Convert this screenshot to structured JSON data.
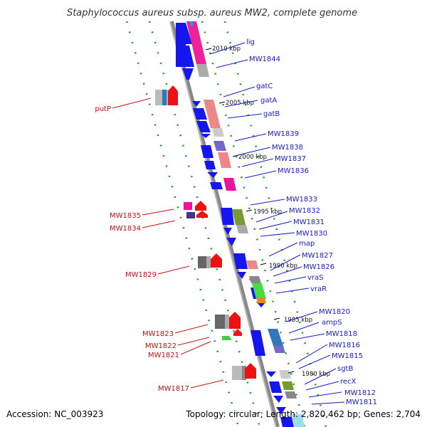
{
  "title": "Staphylococcus aureus subsp. aureus MW2, complete genome",
  "footer": {
    "accession": "Accession: NC_003923",
    "summary": "Topology: circular; Length: 2,820,462 bp; Genes: 2,704"
  },
  "scale_ticks": [
    "2010 kbp",
    "2005 kbp",
    "2000 kbp",
    "1995 kbp",
    "1990 kbp",
    "1985 kbp",
    "1980 kbp"
  ],
  "gene_labels_right": [
    "lig",
    "MW1844",
    "gatC",
    "gatA",
    "gatB",
    "MW1839",
    "MW1838",
    "MW1837",
    "MW1836",
    "MW1833",
    "MW1832",
    "MW1831",
    "MW1830",
    "map",
    "MW1827",
    "MW1826",
    "vraS",
    "vraR",
    "MW1820",
    "ampS",
    "MW1818",
    "MW1816",
    "MW1815",
    "sgtB",
    "recX",
    "MW1812",
    "MW1811"
  ],
  "gene_labels_left": [
    "putP",
    "MW1835",
    "MW1834",
    "MW1829",
    "MW1823",
    "MW1822",
    "MW1821",
    "MW1817"
  ],
  "colors": {
    "forward_strand": "#ee1111",
    "reverse_strand": "#1111ee",
    "right_label": "#1a1acc",
    "left_label": "#cc1111",
    "backbone": "#888888"
  }
}
